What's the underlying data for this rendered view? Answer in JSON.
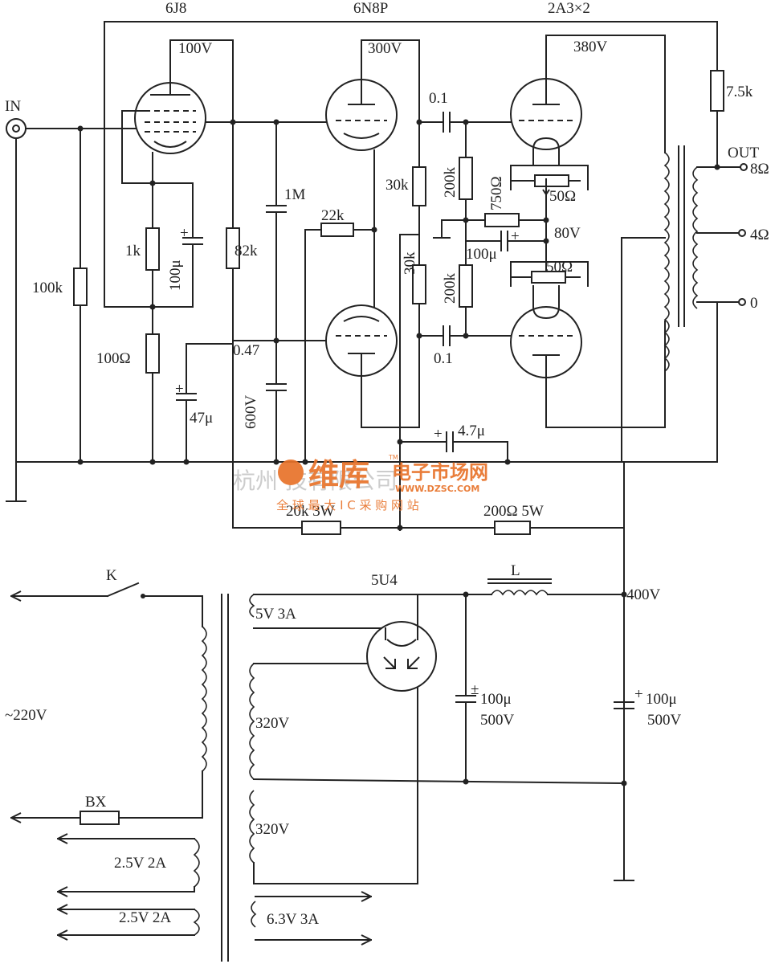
{
  "tubes": {
    "first": "6J8",
    "second": "6N8P",
    "output": "2A3×2",
    "rectifier": "5U4"
  },
  "voltages": {
    "v100": "100V",
    "v300": "300V",
    "v380": "380V",
    "v80": "80V",
    "v400": "400V",
    "mains": "~220V"
  },
  "io": {
    "input": "IN",
    "output": "OUT",
    "tap8": "8Ω",
    "tap4": "4Ω",
    "tap0": "0"
  },
  "resistors": {
    "r100k": "100k",
    "r1k": "1k",
    "r100ohm": "100Ω",
    "r82k": "82k",
    "r1M": "1M",
    "r22k": "22k",
    "r30k_a": "30k",
    "r30k_b": "30k",
    "r200k_a": "200k",
    "r200k_b": "200k",
    "r750": "750Ω",
    "r50_a": "50Ω",
    "r50_b": "50Ω",
    "r7_5k": "7.5k",
    "r20k": "20k 3W",
    "r200": "200Ω 5W"
  },
  "capacitors": {
    "c100u": "100μ",
    "c47u": "47μ",
    "c047": "0.47",
    "c600v": "600V",
    "c01_a": "0.1",
    "c01_b": "0.1",
    "c100u_b": "100μ",
    "c4_7u": "4.7μ",
    "c_filter1": "100μ",
    "c_filter1_v": "500V",
    "c_filter2": "100μ",
    "c_filter2_v": "500V"
  },
  "power": {
    "switch": "K",
    "fuse": "BX",
    "choke": "L",
    "w5v": "5V 3A",
    "w320a": "320V",
    "w320b": "320V",
    "w25a": "2.5V 2A",
    "w25b": "2.5V 2A",
    "w63": "6.3V 3A"
  },
  "watermark": {
    "brand": "维库",
    "site": "电子市场网",
    "url": "WWW.DZSC.COM",
    "slogan": "全 球 最 大 I C 采 购 网 站",
    "company": "杭州         技有限公司",
    "tm": "TM",
    "brand_color": "#e8732a"
  }
}
